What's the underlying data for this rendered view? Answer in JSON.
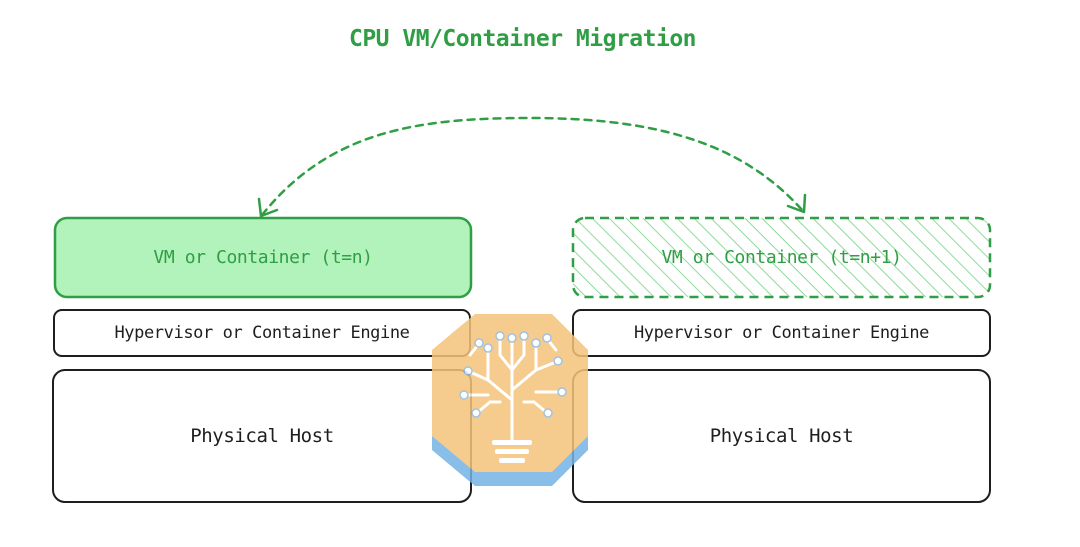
{
  "title": "CPU VM/Container Migration",
  "left_stack": {
    "vm": "VM or Container (t=n)",
    "engine": "Hypervisor or Container Engine",
    "host": "Physical Host"
  },
  "right_stack": {
    "vm": "VM or Container (t=n+1)",
    "engine": "Hypervisor or Container Engine",
    "host": "Physical Host"
  },
  "colors": {
    "accent_green": "#2f9e44",
    "fill_green": "#b2f2bb",
    "stroke_dark": "#1e1e1e",
    "logo_orange": "#f7c982",
    "logo_blue": "#74b3e3"
  },
  "icons": [
    "migration-arrow-icon",
    "circuit-tree-logo-icon"
  ]
}
